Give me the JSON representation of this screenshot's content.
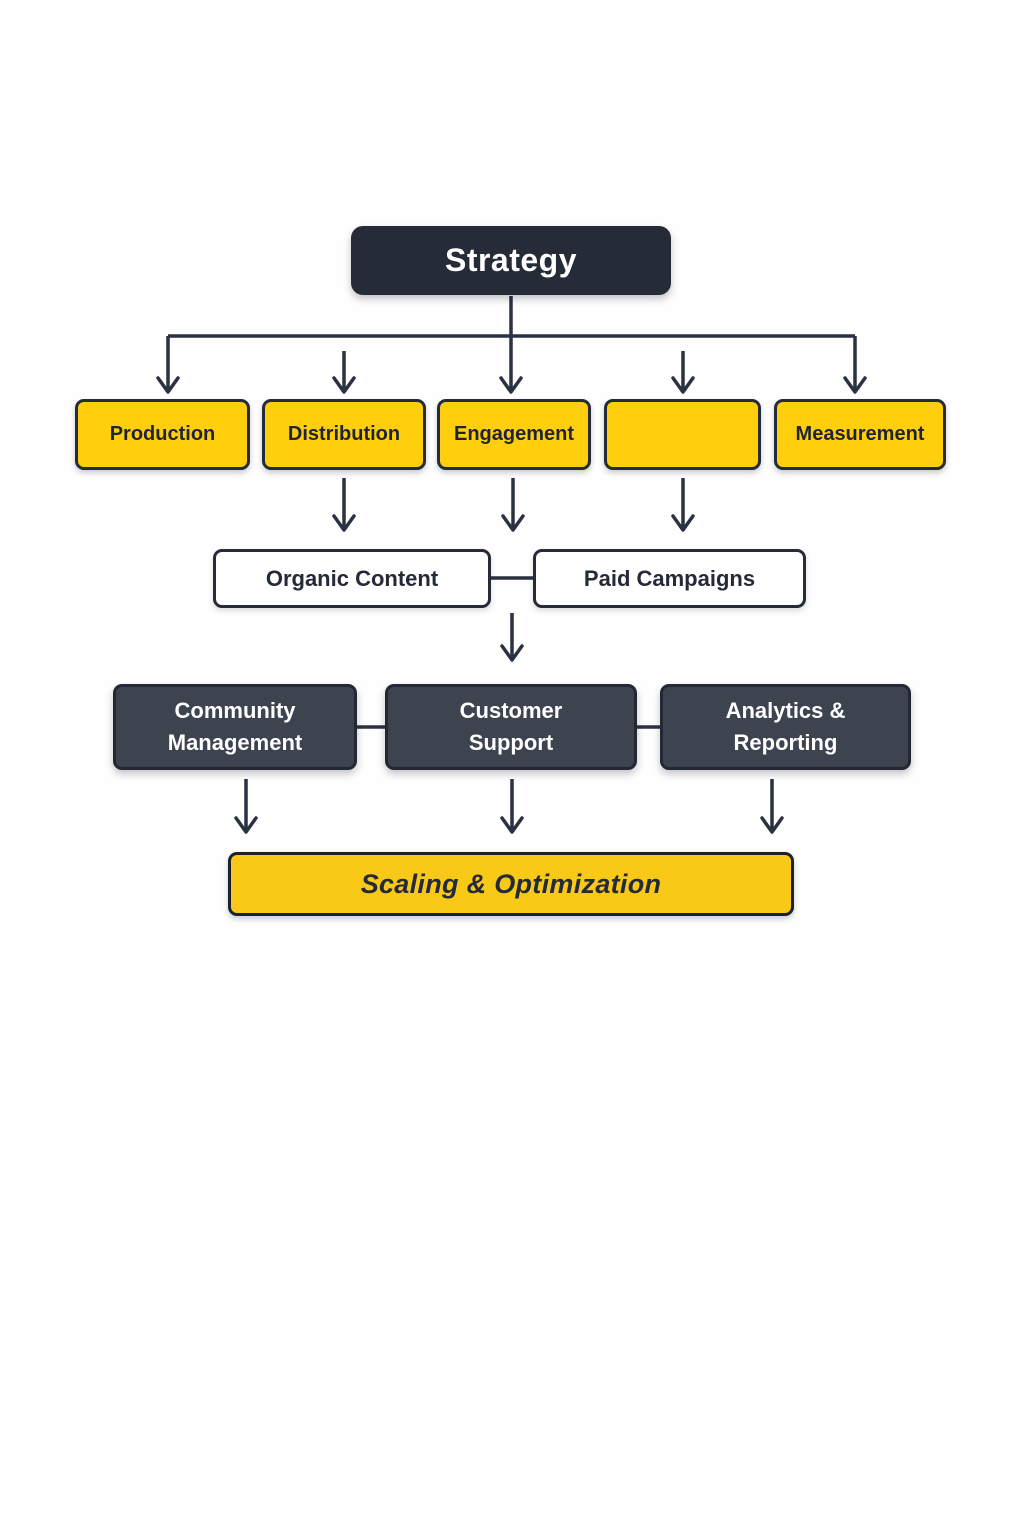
{
  "diagram": {
    "root": {
      "label": "Strategy"
    },
    "pillars": [
      "Production",
      "Distribution",
      "Engagement",
      "",
      "Measurement"
    ],
    "channels": [
      "Organic Content",
      "Paid Campaigns"
    ],
    "operations": [
      "Community Management",
      "Customer Support",
      "Analytics & Reporting"
    ],
    "outcome": {
      "label": "Scaling & Optimization"
    },
    "colors": {
      "dark_navy": "#262b38",
      "slate": "#3e4350",
      "yellow": "#ffce0d",
      "gold": "#f8c917",
      "connector": "#2a3140",
      "text_dark": "#1e2433",
      "text_light": "#ffffff",
      "background": "#fefefe"
    }
  }
}
